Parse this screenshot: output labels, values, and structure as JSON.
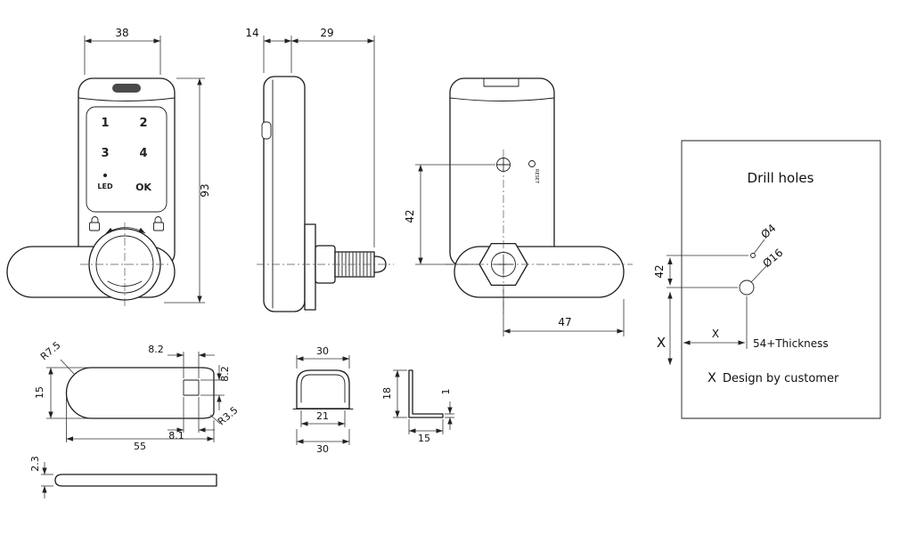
{
  "page": {
    "background": "#ffffff",
    "line_color": "#1b1b1b"
  },
  "front_view": {
    "dim_width": "38",
    "dim_height": "93",
    "keypad": {
      "key_1": "1",
      "key_2": "2",
      "key_3": "3",
      "key_4": "4",
      "led_label": "LED",
      "ok_label": "OK"
    }
  },
  "side_view": {
    "dim_cap_depth": "14",
    "dim_body_depth": "29"
  },
  "back_view": {
    "dim_screw_to_cam": "42",
    "dim_handle_length": "47",
    "reset_label": "RESET"
  },
  "drill_panel": {
    "title": "Drill holes",
    "small_hole_label": "Ø4",
    "large_hole_label": "Ø16",
    "dim_hole_spacing": "42",
    "dim_x_vertical": "X",
    "dim_x_horizontal": "X",
    "dim_width_label": "54+Thickness",
    "note_x": "X",
    "note_text": "Design by customer"
  },
  "cam_plate": {
    "radius_large": "R7.5",
    "dim_hole_width_top": "8.2",
    "dim_hole_height": "8.2",
    "dim_height": "15",
    "radius_small": "R3.5",
    "dim_hole_width_bottom": "8.1",
    "dim_length": "55",
    "dim_thickness": "2.3"
  },
  "cap_plate": {
    "dim_outer_top": "30",
    "dim_inner": "21",
    "dim_outer_bottom": "30"
  },
  "bracket": {
    "dim_height": "18",
    "dim_thickness": "1",
    "dim_width": "15"
  }
}
